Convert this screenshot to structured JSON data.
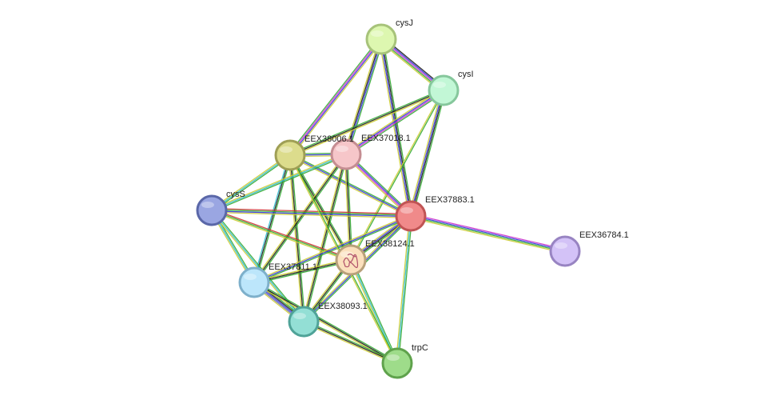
{
  "network": {
    "nodes": [
      {
        "id": "cysJ",
        "label": "cysJ",
        "fill": "#ddf7b0",
        "stroke": "#a7c37a"
      },
      {
        "id": "cysI",
        "label": "cysI",
        "fill": "#c2f7d6",
        "stroke": "#86c79c"
      },
      {
        "id": "EEX38006.1",
        "label": "EEX38006.1",
        "fill": "#dcdc8c",
        "stroke": "#9f9f55"
      },
      {
        "id": "EEX37018.1",
        "label": "EEX37018.1",
        "fill": "#f6c6c9",
        "stroke": "#c58d92"
      },
      {
        "id": "cysS",
        "label": "cysS",
        "fill": "#9aa6e2",
        "stroke": "#5a67a8"
      },
      {
        "id": "EEX37883.1",
        "label": "EEX37883.1",
        "fill": "#f08a8a",
        "stroke": "#c05454"
      },
      {
        "id": "EEX36784.1",
        "label": "EEX36784.1",
        "fill": "#d3c2f7",
        "stroke": "#9884c2"
      },
      {
        "id": "EEX38124.1",
        "label": "EEX38124.1",
        "fill": "#fbe0bd",
        "stroke": "#b8a07a",
        "has_structure": true
      },
      {
        "id": "EEX37811.1",
        "label": "EEX37811.1",
        "fill": "#bce6fb",
        "stroke": "#7eb0cb"
      },
      {
        "id": "EEX38093.1",
        "label": "EEX38093.1",
        "fill": "#93dfd5",
        "stroke": "#4fa398"
      },
      {
        "id": "trpC",
        "label": "trpC",
        "fill": "#9edc8a",
        "stroke": "#5fa24c"
      }
    ],
    "edges": [
      {
        "source": "cysJ",
        "target": "cysI",
        "colors": [
          "#1a1a1a",
          "#3333dd",
          "#cc33cc",
          "#33aa33",
          "#cccc33"
        ]
      },
      {
        "source": "cysJ",
        "target": "EEX38006.1",
        "colors": [
          "#cccc33",
          "#3333dd",
          "#cc33cc",
          "#33aa33"
        ]
      },
      {
        "source": "cysJ",
        "target": "EEX37018.1",
        "colors": [
          "#33aa33",
          "#3333dd",
          "#1a1a1a",
          "#cccc33"
        ]
      },
      {
        "source": "cysJ",
        "target": "EEX37883.1",
        "colors": [
          "#33aa33",
          "#1a1a1a",
          "#3333dd",
          "#cccc33"
        ]
      },
      {
        "source": "cysI",
        "target": "EEX38006.1",
        "colors": [
          "#cccc33",
          "#1a1a1a",
          "#33aa33"
        ]
      },
      {
        "source": "cysI",
        "target": "EEX37018.1",
        "colors": [
          "#33aa33",
          "#cc33cc",
          "#3333dd",
          "#cccc33"
        ]
      },
      {
        "source": "cysI",
        "target": "EEX37883.1",
        "colors": [
          "#33aa33",
          "#1a1a1a",
          "#3333dd",
          "#cccc33"
        ]
      },
      {
        "source": "cysI",
        "target": "EEX38124.1",
        "colors": [
          "#33aa33",
          "#cccc33"
        ]
      },
      {
        "source": "EEX38006.1",
        "target": "EEX37018.1",
        "colors": [
          "#33aa33",
          "#3333dd",
          "#cccc33"
        ]
      },
      {
        "source": "EEX38006.1",
        "target": "cysS",
        "colors": [
          "#33aa33",
          "#33bbcc",
          "#cccc33"
        ]
      },
      {
        "source": "EEX38006.1",
        "target": "EEX37883.1",
        "colors": [
          "#33aa33",
          "#3333dd",
          "#cccc33"
        ]
      },
      {
        "source": "EEX38006.1",
        "target": "EEX38124.1",
        "colors": [
          "#33aa33",
          "#1a1a1a",
          "#cccc33"
        ]
      },
      {
        "source": "EEX38006.1",
        "target": "EEX37811.1",
        "colors": [
          "#33aa33",
          "#1a1a1a",
          "#33bbcc"
        ]
      },
      {
        "source": "EEX38006.1",
        "target": "EEX38093.1",
        "colors": [
          "#33aa33",
          "#1a1a1a",
          "#cccc33"
        ]
      },
      {
        "source": "EEX37018.1",
        "target": "cysS",
        "colors": [
          "#33aa33",
          "#33bbcc",
          "#cccc33"
        ]
      },
      {
        "source": "EEX37018.1",
        "target": "EEX37883.1",
        "colors": [
          "#33aa33",
          "#3333dd",
          "#cc33cc",
          "#cccc33"
        ]
      },
      {
        "source": "EEX37018.1",
        "target": "EEX38124.1",
        "colors": [
          "#33aa33",
          "#1a1a1a",
          "#cccc33"
        ]
      },
      {
        "source": "EEX37018.1",
        "target": "EEX37811.1",
        "colors": [
          "#33aa33",
          "#1a1a1a",
          "#cccc33"
        ]
      },
      {
        "source": "EEX37018.1",
        "target": "EEX38093.1",
        "colors": [
          "#33aa33",
          "#1a1a1a",
          "#cccc33"
        ]
      },
      {
        "source": "cysS",
        "target": "EEX37883.1",
        "colors": [
          "#cc3333",
          "#33aa33",
          "#3333dd",
          "#cccc33"
        ]
      },
      {
        "source": "cysS",
        "target": "EEX38124.1",
        "colors": [
          "#cc3333",
          "#33aa33",
          "#cccc33"
        ]
      },
      {
        "source": "cysS",
        "target": "EEX37811.1",
        "colors": [
          "#33aa33",
          "#33bbcc",
          "#cccc33"
        ]
      },
      {
        "source": "cysS",
        "target": "EEX38093.1",
        "colors": [
          "#33aa33",
          "#33bbcc",
          "#cccc33"
        ]
      },
      {
        "source": "EEX37883.1",
        "target": "EEX36784.1",
        "colors": [
          "#cc33cc",
          "#3333dd",
          "#33aa33",
          "#cccc33"
        ]
      },
      {
        "source": "EEX37883.1",
        "target": "EEX38124.1",
        "colors": [
          "#33aa33",
          "#1a1a1a",
          "#3333dd",
          "#cccc33"
        ]
      },
      {
        "source": "EEX37883.1",
        "target": "EEX37811.1",
        "colors": [
          "#33aa33",
          "#3333dd",
          "#cccc33"
        ]
      },
      {
        "source": "EEX37883.1",
        "target": "EEX38093.1",
        "colors": [
          "#33aa33",
          "#3333dd",
          "#cccc33"
        ]
      },
      {
        "source": "EEX37883.1",
        "target": "trpC",
        "colors": [
          "#33aa33",
          "#33bbcc",
          "#cccc33"
        ]
      },
      {
        "source": "EEX38124.1",
        "target": "EEX37811.1",
        "colors": [
          "#33aa33",
          "#1a1a1a",
          "#cccc33"
        ]
      },
      {
        "source": "EEX38124.1",
        "target": "EEX38093.1",
        "colors": [
          "#33aa33",
          "#1a1a1a",
          "#cccc33"
        ]
      },
      {
        "source": "EEX38124.1",
        "target": "trpC",
        "colors": [
          "#33aa33",
          "#33bbcc",
          "#cccc33"
        ]
      },
      {
        "source": "EEX37811.1",
        "target": "EEX38093.1",
        "colors": [
          "#33aa33",
          "#1a1a1a",
          "#3333dd",
          "#6666aa",
          "#cccc33"
        ]
      },
      {
        "source": "EEX37811.1",
        "target": "trpC",
        "colors": [
          "#33aa33",
          "#1a1a1a",
          "#cccc33"
        ]
      },
      {
        "source": "EEX38093.1",
        "target": "trpC",
        "colors": [
          "#33aa33",
          "#1a1a1a",
          "#cccc33"
        ]
      },
      {
        "source": "EEX38006.1",
        "target": "trpC",
        "colors": [
          "#33aa33",
          "#cccc33"
        ]
      }
    ]
  }
}
